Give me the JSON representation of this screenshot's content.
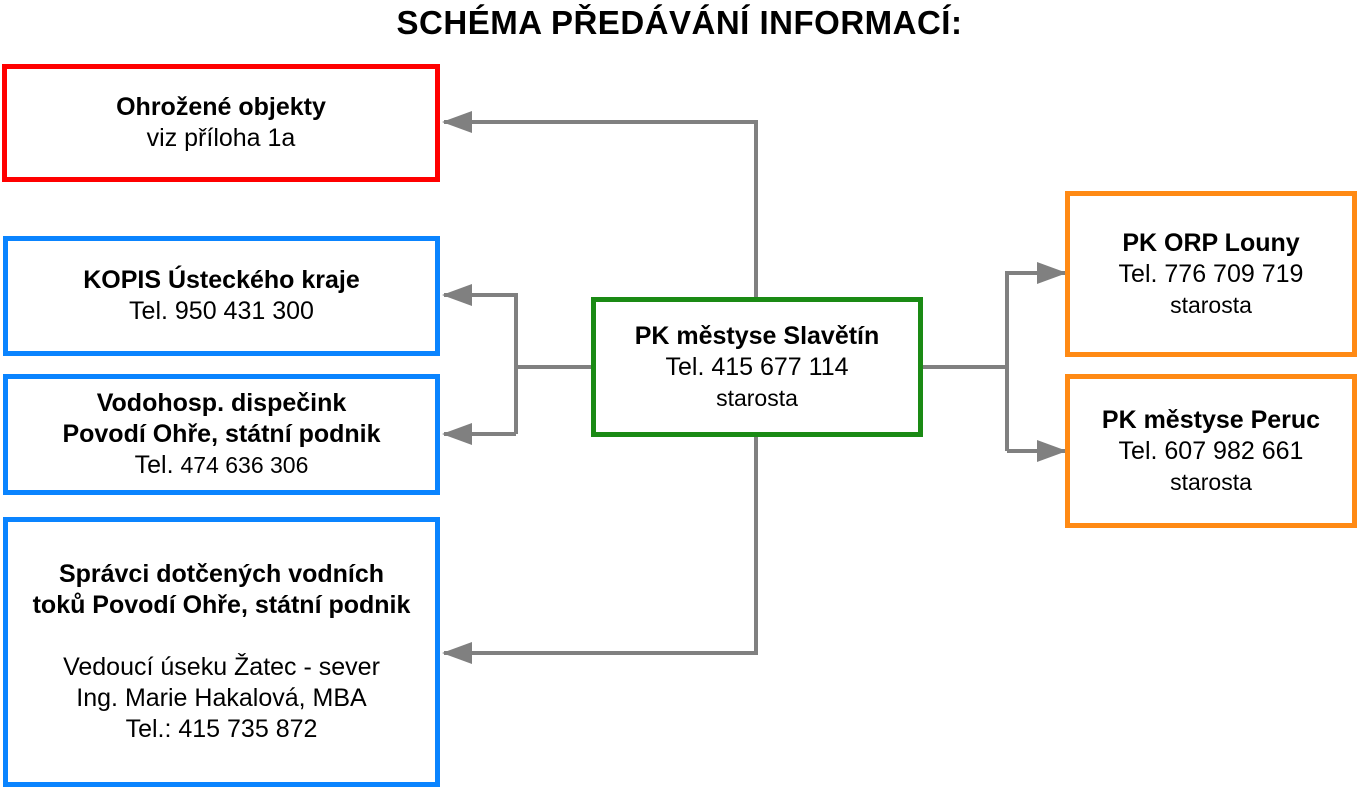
{
  "title": "SCHÉMA PŘEDÁVÁNÍ INFORMACÍ:",
  "colors": {
    "threatened": "#ff0000",
    "authorities": "#0a84ff",
    "center": "#1a8a14",
    "neighbors": "#ff8a14",
    "connector": "#808080"
  },
  "center": {
    "name": "PK městyse Slavětín",
    "phone": "Tel. 415 677 114",
    "role": "starosta"
  },
  "threatened_objects": {
    "name": "Ohrožené objekty",
    "note": "viz příloha 1a"
  },
  "kopis": {
    "name": "KOPIS Ústeckého kraje",
    "phone": "Tel. 950 431 300"
  },
  "dispatch": {
    "line1": "Vodohosp. dispečink",
    "line2": "Povodí Ohře, státní podnik",
    "phone_label": "Tel.",
    "phone_number": "474 636 306"
  },
  "river_admins": {
    "line1": "Správci dotčených vodních",
    "line2": "toků Povodí Ohře, státní podnik",
    "section": "Vedoucí úseku Žatec - sever",
    "person": "Ing. Marie Hakalová, MBA",
    "phone": "Tel.: 415 735 872"
  },
  "orp_louny": {
    "name": "PK ORP Louny",
    "phone": "Tel. 776 709 719",
    "role": "starosta"
  },
  "peruc": {
    "name": "PK městyse Peruc",
    "phone": "Tel. 607 982 661",
    "role": "starosta"
  }
}
